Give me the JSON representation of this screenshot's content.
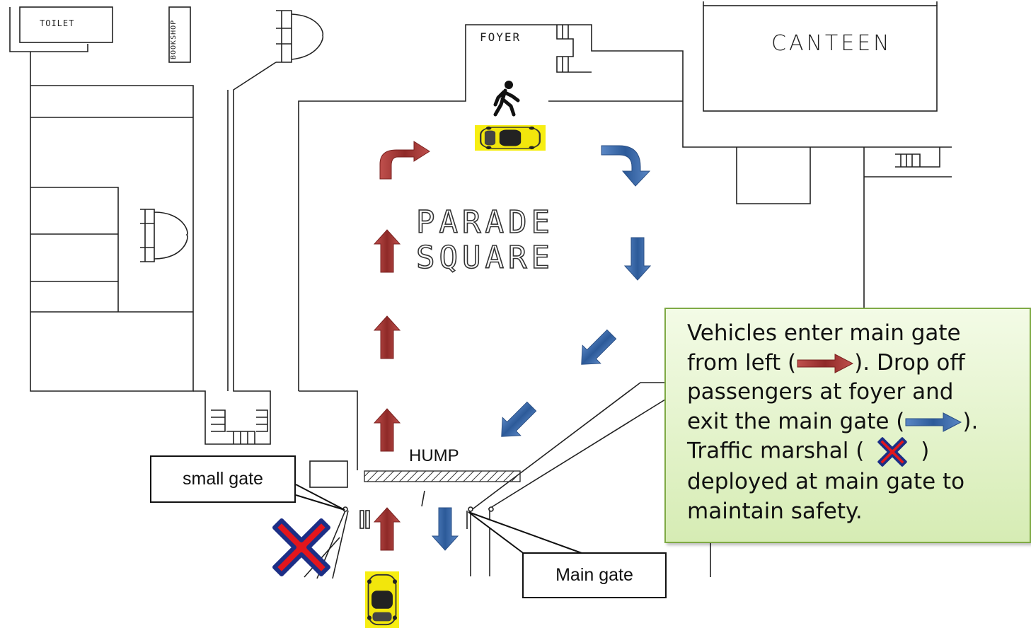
{
  "rooms": {
    "toilet": "TOILET",
    "bookshop": "BOOKSHOP",
    "foyer": "FOYER",
    "canteen": "CANTEEN",
    "parade_line1": "PARADE",
    "parade_line2": "SQUARE"
  },
  "hump_label": "HUMP",
  "callouts": {
    "small_gate": "small gate",
    "main_gate": "Main gate"
  },
  "info": {
    "l1": "Vehicles enter main gate",
    "l2a": "from left (",
    "l2b": "). Drop off",
    "l3": "passengers at foyer  and",
    "l4a": "exit the main gate (",
    "l4b": ").",
    "l5a": "Traffic marshal (",
    "l5b": ")",
    "l6": "deployed at main gate to",
    "l7": "maintain safety."
  },
  "icons": [
    "car-icon",
    "pedestrian-icon",
    "marshal-x-icon",
    "red-arrow-icon",
    "blue-arrow-icon"
  ],
  "colors": {
    "entry_arrow": "#a0302f",
    "exit_arrow": "#3e6fae",
    "car": "#f2e60c",
    "marshal_x": "#e3161c",
    "marshal_outline": "#1c2f86",
    "info_border": "#7faa45"
  }
}
